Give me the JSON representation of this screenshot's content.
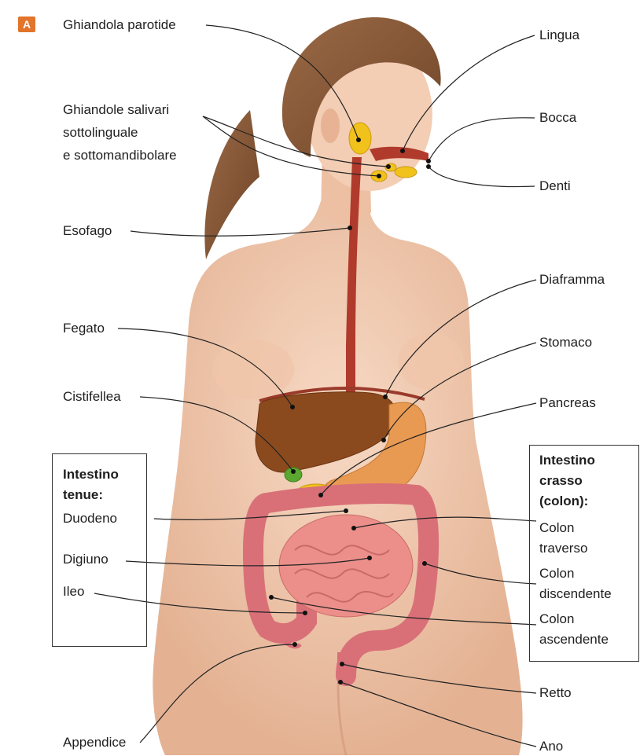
{
  "badge": "A",
  "labels": {
    "parotide": "Ghiandola parotide",
    "lingua": "Lingua",
    "salivari_1": "Ghiandole salivari",
    "salivari_2": "sottolinguale",
    "salivari_3": "e sottomandibolare",
    "bocca": "Bocca",
    "denti": "Denti",
    "esofago": "Esofago",
    "diaframma": "Diaframma",
    "fegato": "Fegato",
    "stomaco": "Stomaco",
    "cistifellea": "Cistifellea",
    "pancreas": "Pancreas",
    "appendice": "Appendice",
    "retto": "Retto",
    "ano": "Ano"
  },
  "tenue": {
    "title_1": "Intestino",
    "title_2": "tenue:",
    "duodeno": "Duodeno",
    "digiuno": "Digiuno",
    "ileo": "Ileo"
  },
  "crasso": {
    "title_1": "Intestino",
    "title_2": "crasso",
    "title_3": "(colon):",
    "traverso_1": "Colon",
    "traverso_2": "traverso",
    "discendente_1": "Colon",
    "discendente_2": "discendente",
    "ascendente_1": "Colon",
    "ascendente_2": "ascendente"
  },
  "colors": {
    "skin": "#f3cdb4",
    "skin_shadow": "#dca88a",
    "hair": "#8a5a3a",
    "liver": "#8b4a1e",
    "stomach": "#e99a52",
    "intestine": "#ec8f8a",
    "colon": "#d97078",
    "gland": "#f2c21c",
    "esophagus": "#b03a2c",
    "gallbladder": "#5aa830",
    "badge": "#e2742b"
  }
}
